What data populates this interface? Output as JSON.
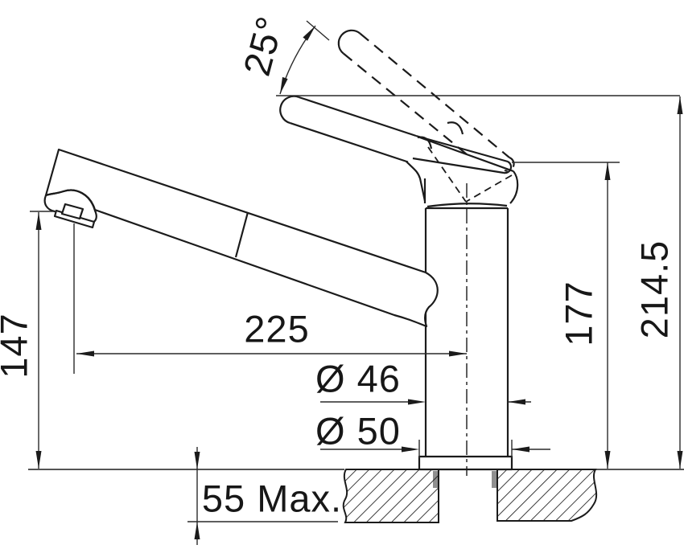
{
  "dimensions": {
    "handle_angle": "25°",
    "outlet_height": "147",
    "spout_reach": "225",
    "body_diameter": "Ø 46",
    "base_diameter": "Ø 50",
    "body_height": "177",
    "overall_height": "214.5",
    "max_counter_thickness": "55 Max."
  },
  "colors": {
    "line": "#1b1b1b",
    "dim_line": "#2a2a2a",
    "gasket_gray": "#8f8f8f"
  }
}
